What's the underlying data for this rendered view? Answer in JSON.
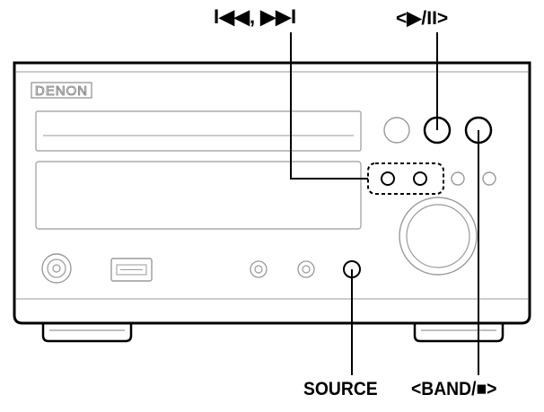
{
  "device": {
    "brand": "DENON"
  },
  "callouts": {
    "skip": "I◀◀, ▶▶I",
    "play_pause": "<▶/II>",
    "source": "SOURCE",
    "band_stop": "<BAND/■>"
  },
  "colors": {
    "outline": "#000000",
    "panel_line": "#9a9a9a",
    "leader": "#000000",
    "background": "#ffffff"
  }
}
